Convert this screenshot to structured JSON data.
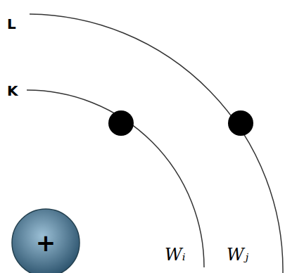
{
  "diagram": {
    "nodes": [
      {
        "text": [
          "+"
        ]
      }
    ],
    "labels": [
      "L",
      "K",
      "Wᵢ",
      "Wⱼ"
    ]
  }
}
